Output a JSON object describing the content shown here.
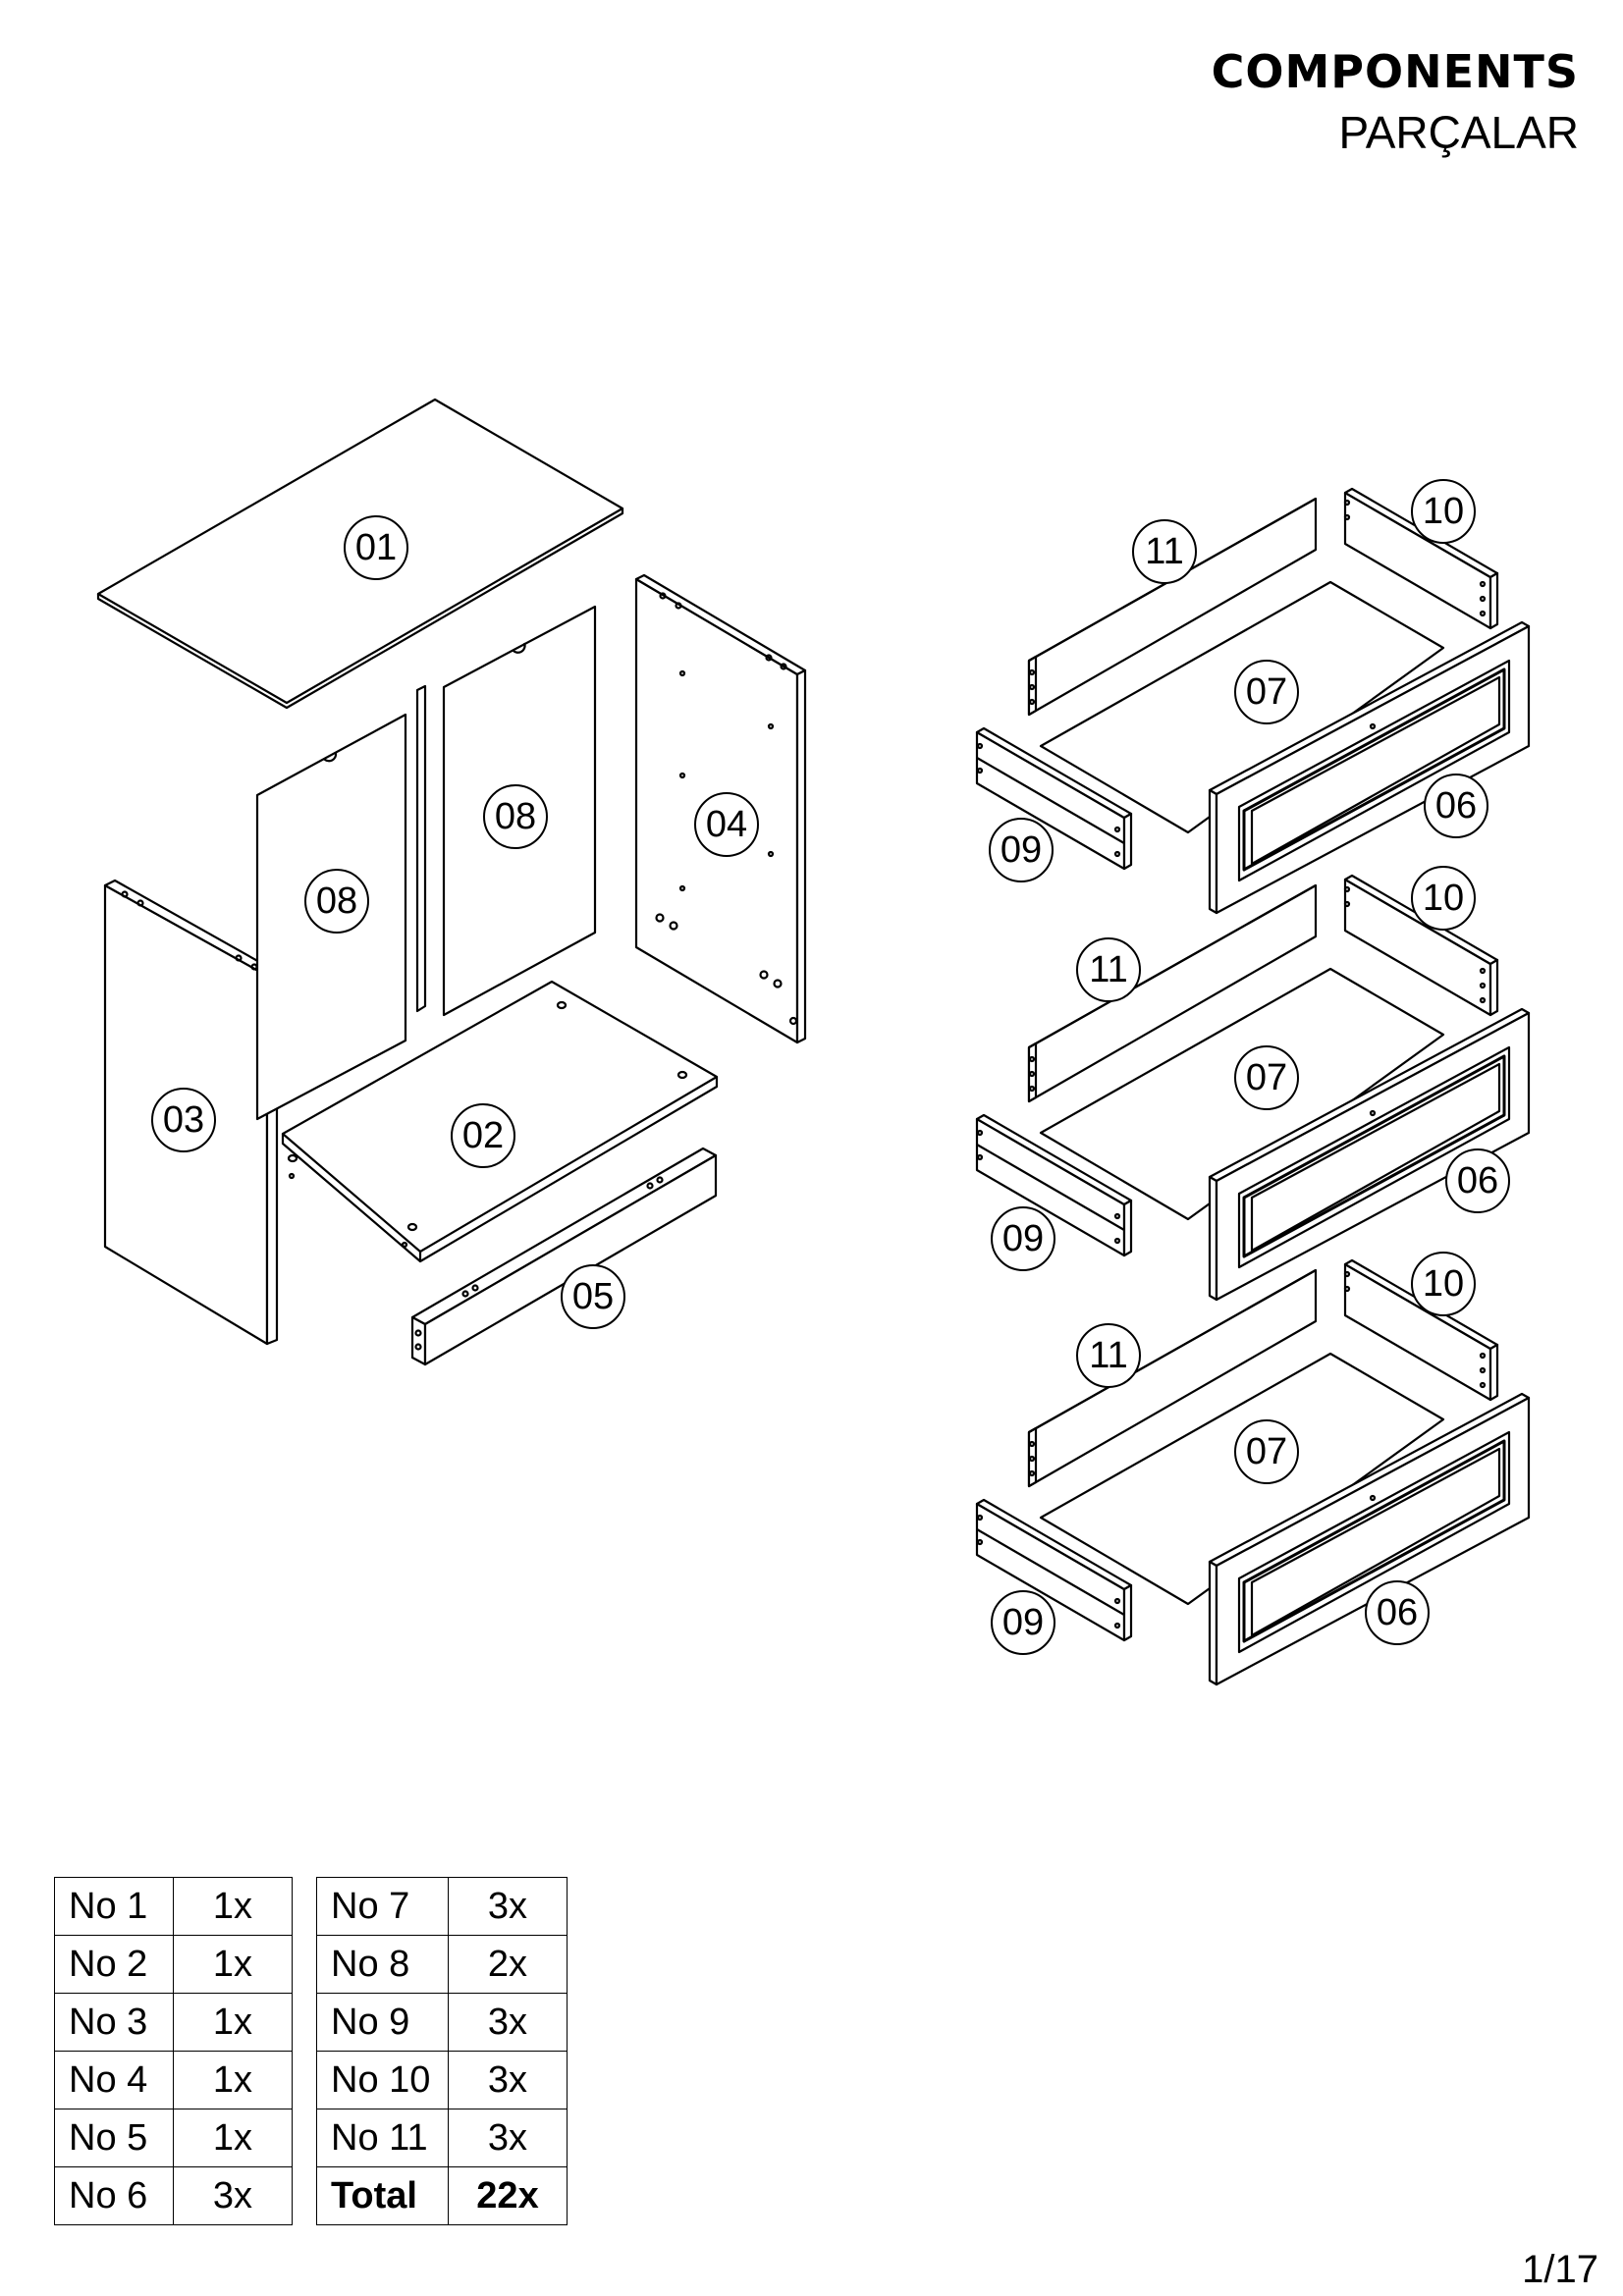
{
  "header": {
    "title": "COMPONENTS",
    "subtitle": "PARÇALAR"
  },
  "callouts": [
    "01",
    "02",
    "03",
    "04",
    "05",
    "06",
    "07",
    "08",
    "09",
    "10",
    "11"
  ],
  "parts_table_left": [
    {
      "part": "No 1",
      "qty": "1x"
    },
    {
      "part": "No 2",
      "qty": "1x"
    },
    {
      "part": "No 3",
      "qty": "1x"
    },
    {
      "part": "No 4",
      "qty": "1x"
    },
    {
      "part": "No 5",
      "qty": "1x"
    },
    {
      "part": "No 6",
      "qty": "3x"
    }
  ],
  "parts_table_right": [
    {
      "part": "No 7",
      "qty": "3x"
    },
    {
      "part": "No 8",
      "qty": "2x"
    },
    {
      "part": "No 9",
      "qty": "3x"
    },
    {
      "part": "No 10",
      "qty": "3x"
    },
    {
      "part": "No 11",
      "qty": "3x"
    }
  ],
  "total": {
    "label": "Total",
    "qty": "22x"
  },
  "page_number": "1/17"
}
